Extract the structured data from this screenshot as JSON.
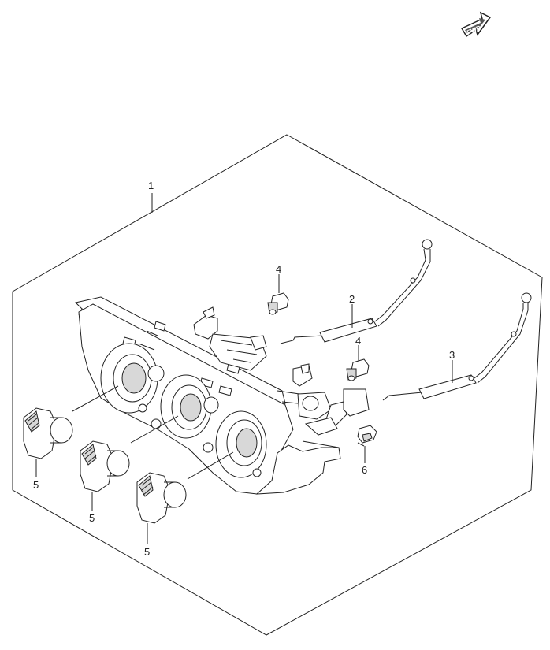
{
  "fwd_badge": "FWD",
  "callouts": [
    {
      "id": "1",
      "label": "1"
    },
    {
      "id": "2",
      "label": "2"
    },
    {
      "id": "3",
      "label": "3"
    },
    {
      "id": "4a",
      "label": "4"
    },
    {
      "id": "4b",
      "label": "4"
    },
    {
      "id": "5a",
      "label": "5"
    },
    {
      "id": "5b",
      "label": "5"
    },
    {
      "id": "5c",
      "label": "5"
    },
    {
      "id": "6",
      "label": "6"
    }
  ]
}
